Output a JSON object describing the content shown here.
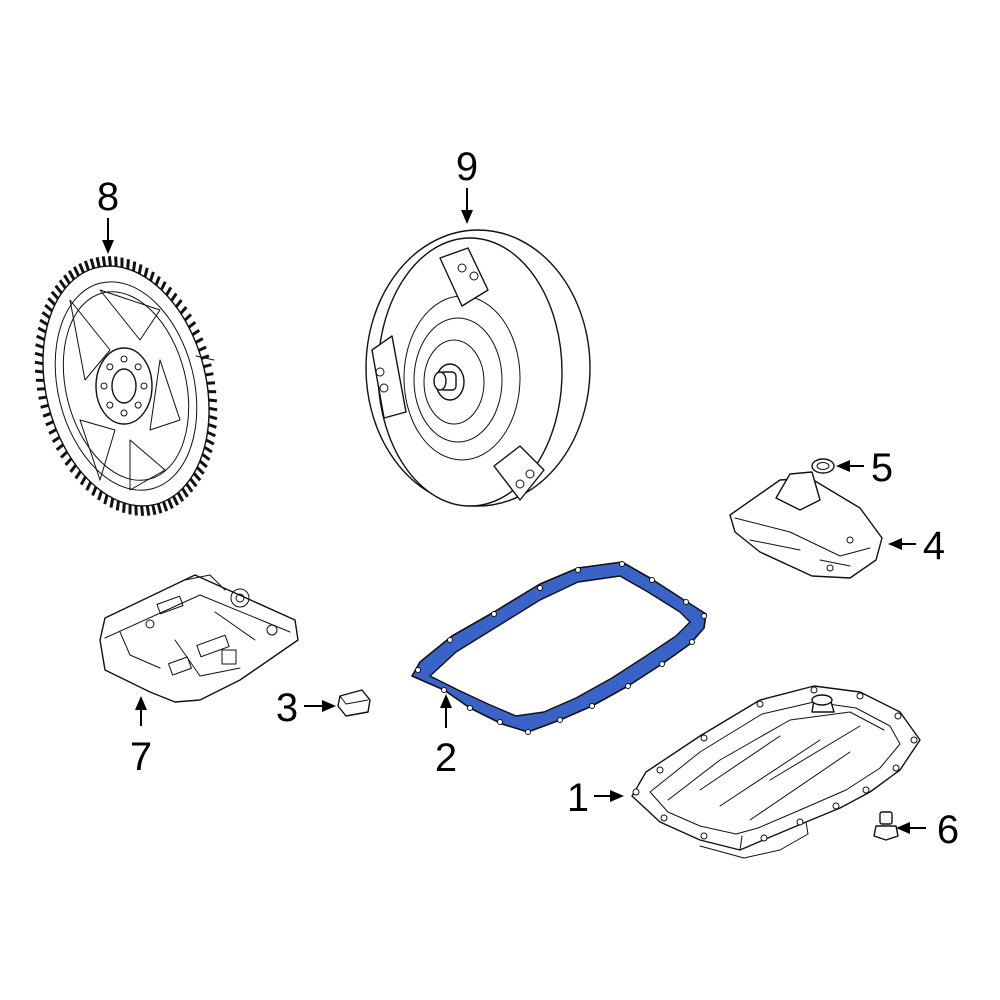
{
  "callouts": {
    "c1": "1",
    "c2": "2",
    "c3": "3",
    "c4": "4",
    "c5": "5",
    "c6": "6",
    "c7": "7",
    "c8": "8",
    "c9": "9"
  },
  "colors": {
    "highlight": "#3a63c8",
    "line": "#111111",
    "background": "#ffffff"
  }
}
